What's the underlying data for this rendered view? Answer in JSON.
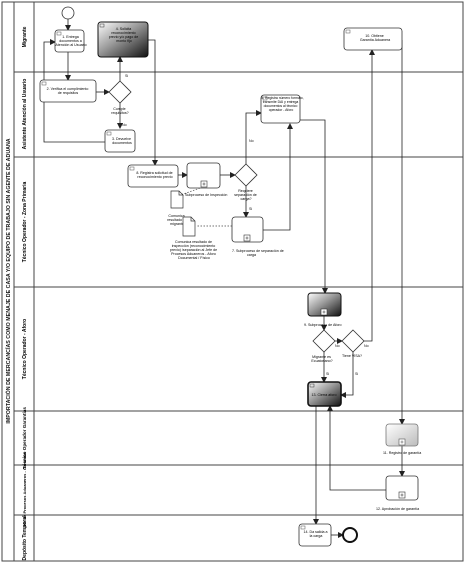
{
  "pool": {
    "title": "IMPORTACIÓN DE MERCANCÍAS COMO MENAJE DE CASA Y/O EQUIPO DE TRABAJO SIN AGENTE DE ADUANA"
  },
  "lanes": [
    {
      "label": "Migrante"
    },
    {
      "label": "Asistente Atención al Usuario"
    },
    {
      "label": "Técnico Operador - Zona Primaria"
    },
    {
      "label": "Técnico Operador - Aforo"
    },
    {
      "label": "Técnico Operador Garantías"
    },
    {
      "label": "Jefe de Procesos Aduaneros - Garantías"
    },
    {
      "label": "Depósito Temporal"
    }
  ],
  "tasks": {
    "t1": [
      "1. Entrega",
      "documentos a",
      "Atención al Usuario"
    ],
    "t2": [
      "2. Verifica el cumplimiento",
      "de requisitos"
    ],
    "t3": [
      "3. Devuelve",
      "documentos"
    ],
    "t4": [
      "4. Solicita",
      "reconocimiento",
      "previo y/o pago de",
      "monto fijo"
    ],
    "t5": [
      "5. Registra número formato,",
      "transmite DAI y entrega",
      "documentos al técnico",
      "operador - Aforo"
    ],
    "t8": [
      "8. Registra solicitud de",
      "reconocimiento previo"
    ],
    "t10": [
      "10. Obtiene",
      "Garantía Aduanera"
    ],
    "t13": [
      "13. Cierra aforo"
    ],
    "t14": [
      "14. Da salida a",
      "la carga"
    ]
  },
  "subprocesses": {
    "s6": [
      "6. Subproceso de Inspección"
    ],
    "s7": [
      "7. Subproceso de separación de",
      "carga"
    ],
    "s9": [
      "9. Subproceso de Aforo"
    ],
    "s11": [
      "11. Registro de garantía"
    ],
    "s12": [
      "12. Aprobación de garantía"
    ]
  },
  "gateways": {
    "g1": [
      "Cumple",
      "requisitos?"
    ],
    "g2": [
      "Requiere",
      "separación de",
      "carga?"
    ],
    "g3": [
      "Migrante es",
      "Ecuatoriano?"
    ],
    "g4": [
      "Tiene VISA?"
    ]
  },
  "documents": {
    "d1": [
      "Comunica",
      "resultado al",
      "migrante"
    ],
    "d2": [
      "Comunica resultado de",
      "inspección (reconocimiento",
      "previo) /separación al Jefe de",
      "Procesos Aduaneros - Aforo",
      "Documental / Físico"
    ]
  },
  "flow_labels": {
    "si": "Si",
    "no": "No"
  }
}
